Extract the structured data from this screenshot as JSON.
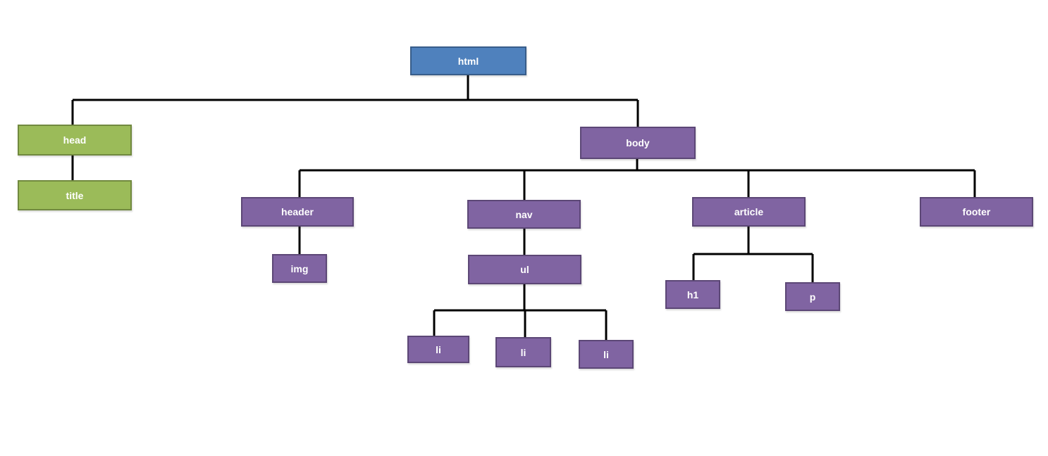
{
  "diagram": {
    "colors": {
      "root": "#4f81bd",
      "head_branch": "#9bbb59",
      "body_branch": "#8064a2",
      "connector": "#000000"
    },
    "nodes": {
      "html": "html",
      "head": "head",
      "title": "title",
      "body": "body",
      "header": "header",
      "img": "img",
      "nav": "nav",
      "ul": "ul",
      "li_1": "li",
      "li_2": "li",
      "li_3": "li",
      "article": "article",
      "h1": "h1",
      "p": "p",
      "footer": "footer"
    }
  }
}
